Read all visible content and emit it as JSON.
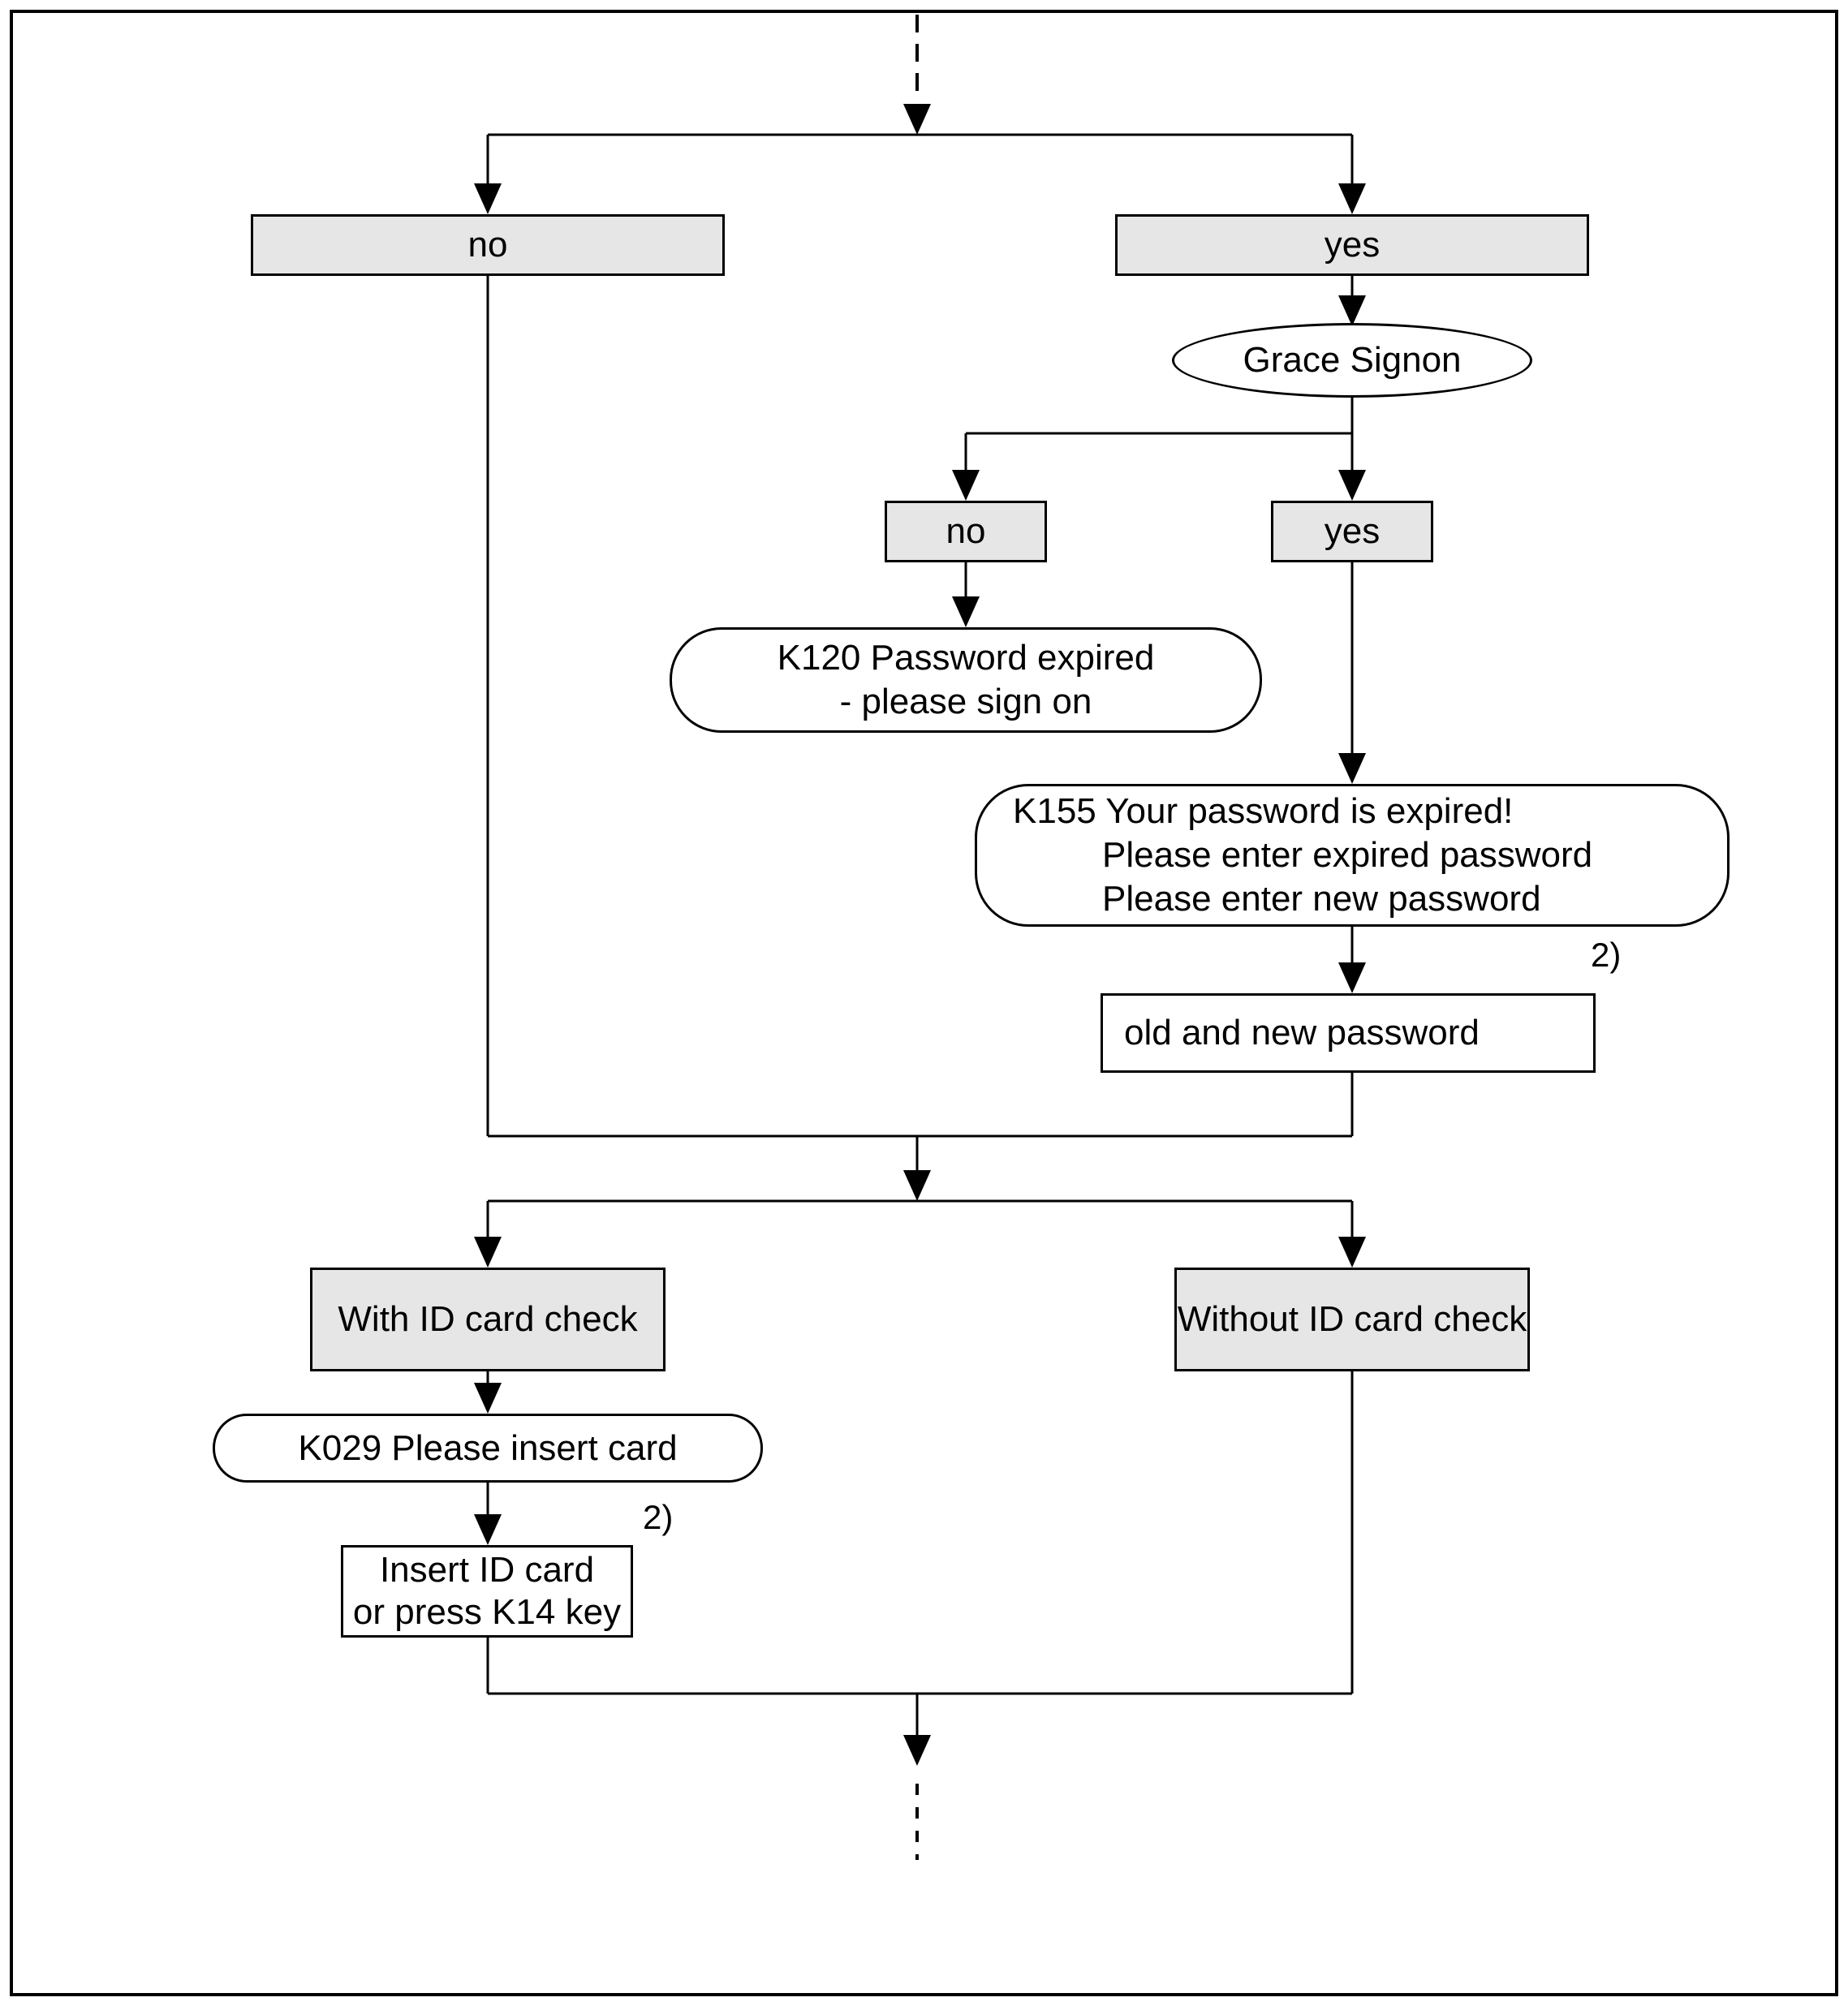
{
  "page": {
    "background": "#ffffff",
    "node_gray": "#e6e6e6",
    "line_color": "#000000"
  },
  "flow": {
    "entry_branch": {
      "no_label": "no",
      "yes_label": "yes"
    },
    "grace_signon_label": "Grace Signon",
    "signon_branch": {
      "no_label": "no",
      "yes_label": "yes"
    },
    "k120_message": "K120 Password expired\n- please sign on",
    "k155_message": "K155 Your password is expired!\n         Please enter expired password\n         Please enter new password",
    "old_new_password_label": "old and new password",
    "footnote_marker": "2)",
    "with_id_card_label": "With ID card check",
    "without_id_card_label": "Without ID card check",
    "k029_message": "K029 Please insert card",
    "insert_card_label": "Insert ID card\nor press K14 key"
  }
}
